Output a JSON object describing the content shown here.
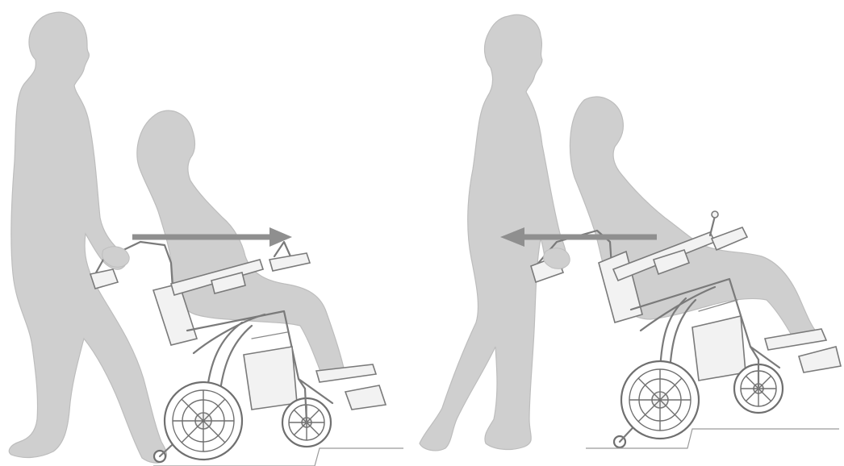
{
  "figure": {
    "panels": [
      {
        "id": "left",
        "arrow_direction": "right"
      },
      {
        "id": "right",
        "arrow_direction": "left"
      }
    ],
    "colors": {
      "silhouette": "#cfcfcf",
      "arrow": "#8f8f8f",
      "frame": "#7a7a7a",
      "background": "#ffffff"
    }
  }
}
